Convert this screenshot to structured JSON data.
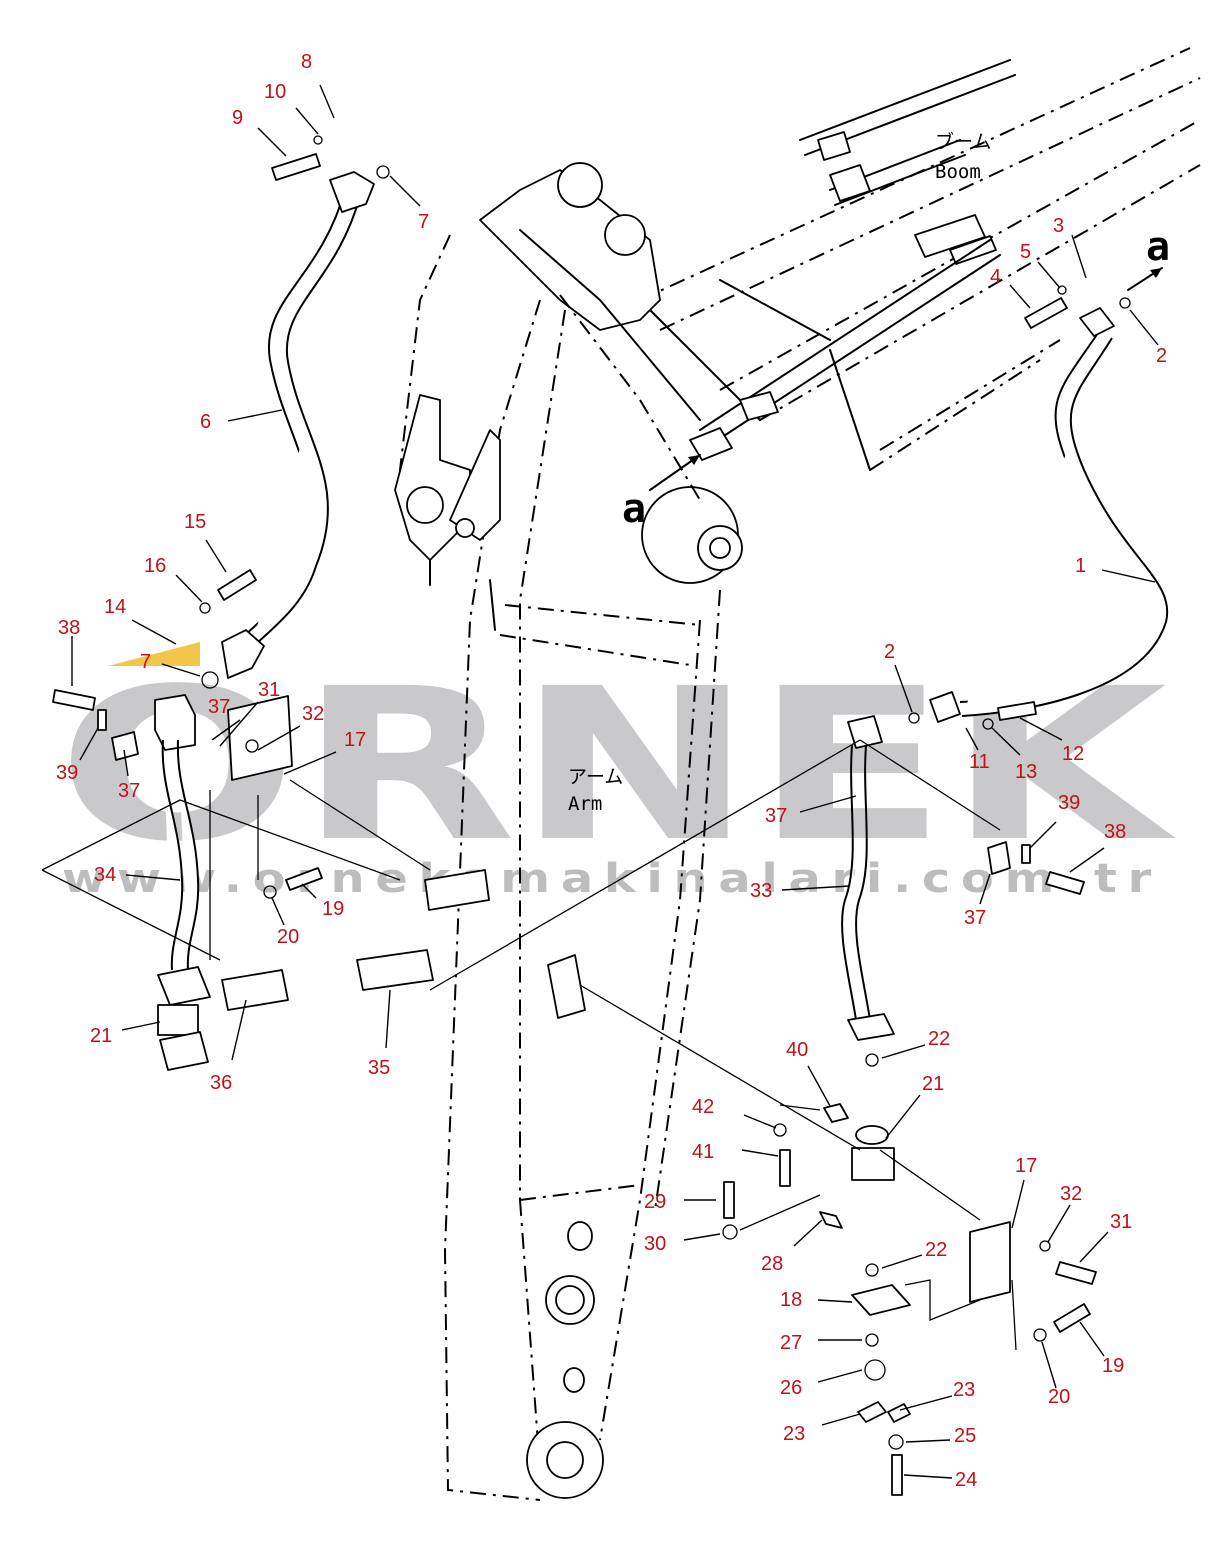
{
  "labels": {
    "boom_jp": "ブーム",
    "boom_en": "Boom",
    "arm_jp": "アーム",
    "arm_en": "Arm",
    "view_marker": "a"
  },
  "watermark": {
    "brand": "ORNEK",
    "url": "www.orneksmakinalari.com.tr"
  },
  "colors": {
    "callout": "#c0121a",
    "watermark": "#c9c9cb",
    "highlight": "#f2c64a"
  },
  "callouts": [
    {
      "id": "c1",
      "text": "1"
    },
    {
      "id": "c2a",
      "text": "2"
    },
    {
      "id": "c2b",
      "text": "2"
    },
    {
      "id": "c3",
      "text": "3"
    },
    {
      "id": "c4",
      "text": "4"
    },
    {
      "id": "c5",
      "text": "5"
    },
    {
      "id": "c6",
      "text": "6"
    },
    {
      "id": "c7a",
      "text": "7"
    },
    {
      "id": "c7b",
      "text": "7"
    },
    {
      "id": "c8",
      "text": "8"
    },
    {
      "id": "c9",
      "text": "9"
    },
    {
      "id": "c10",
      "text": "10"
    },
    {
      "id": "c11",
      "text": "11"
    },
    {
      "id": "c12",
      "text": "12"
    },
    {
      "id": "c13",
      "text": "13"
    },
    {
      "id": "c14",
      "text": "14"
    },
    {
      "id": "c15",
      "text": "15"
    },
    {
      "id": "c16",
      "text": "16"
    },
    {
      "id": "c17a",
      "text": "17"
    },
    {
      "id": "c17b",
      "text": "17"
    },
    {
      "id": "c18",
      "text": "18"
    },
    {
      "id": "c19a",
      "text": "19"
    },
    {
      "id": "c19b",
      "text": "19"
    },
    {
      "id": "c20a",
      "text": "20"
    },
    {
      "id": "c20b",
      "text": "20"
    },
    {
      "id": "c21a",
      "text": "21"
    },
    {
      "id": "c21b",
      "text": "21"
    },
    {
      "id": "c22a",
      "text": "22"
    },
    {
      "id": "c22b",
      "text": "22"
    },
    {
      "id": "c23a",
      "text": "23"
    },
    {
      "id": "c23b",
      "text": "23"
    },
    {
      "id": "c24",
      "text": "24"
    },
    {
      "id": "c25",
      "text": "25"
    },
    {
      "id": "c26",
      "text": "26"
    },
    {
      "id": "c27",
      "text": "27"
    },
    {
      "id": "c28",
      "text": "28"
    },
    {
      "id": "c29",
      "text": "29"
    },
    {
      "id": "c30",
      "text": "30"
    },
    {
      "id": "c31a",
      "text": "31"
    },
    {
      "id": "c31b",
      "text": "31"
    },
    {
      "id": "c32a",
      "text": "32"
    },
    {
      "id": "c32b",
      "text": "32"
    },
    {
      "id": "c33",
      "text": "33"
    },
    {
      "id": "c34",
      "text": "34"
    },
    {
      "id": "c35",
      "text": "35"
    },
    {
      "id": "c36",
      "text": "36"
    },
    {
      "id": "c37a",
      "text": "37"
    },
    {
      "id": "c37b",
      "text": "37"
    },
    {
      "id": "c37c",
      "text": "37"
    },
    {
      "id": "c37d",
      "text": "37"
    },
    {
      "id": "c38a",
      "text": "38"
    },
    {
      "id": "c38b",
      "text": "38"
    },
    {
      "id": "c39a",
      "text": "39"
    },
    {
      "id": "c39b",
      "text": "39"
    },
    {
      "id": "c40",
      "text": "40"
    },
    {
      "id": "c41",
      "text": "41"
    },
    {
      "id": "c42",
      "text": "42"
    }
  ]
}
